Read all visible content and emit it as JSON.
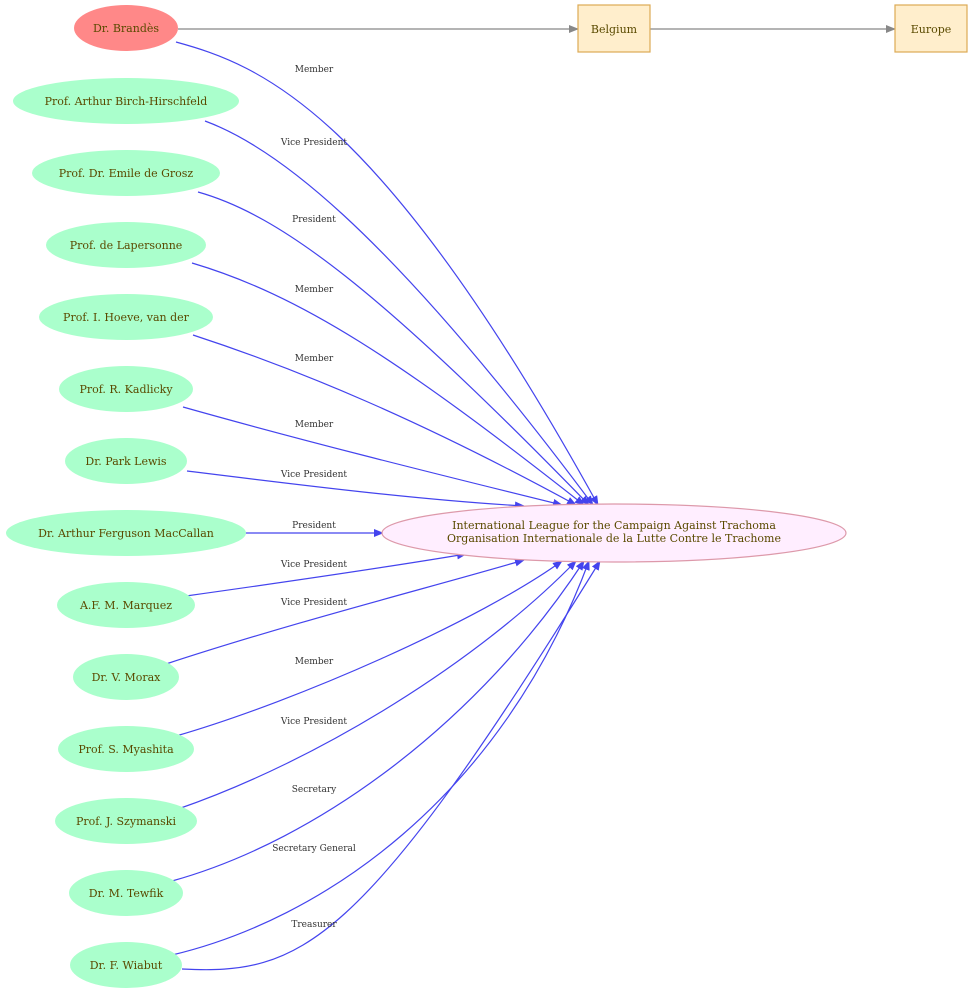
{
  "colors": {
    "person_fill": "#aaffcc",
    "highlight_fill": "#ff8888",
    "org_fill": "#ffeeff",
    "org_stroke": "#dd99aa",
    "place_fill": "#ffeecc",
    "place_stroke": "#ddaa55",
    "edge_blue": "#4444ee",
    "edge_gray": "#888888"
  },
  "organization": {
    "line1": "International League for the Campaign Against Trachoma",
    "line2": "Organisation Internationale de la Lutte Contre le Trachome"
  },
  "places": [
    "Belgium",
    "Europe"
  ],
  "highlight": {
    "name": "Dr. Brandès",
    "role": "Member"
  },
  "people": [
    {
      "name": "Prof. Arthur Birch-Hirschfeld",
      "role": "Vice President"
    },
    {
      "name": "Prof. Dr. Emile de Grosz",
      "role": "President"
    },
    {
      "name": "Prof. de Lapersonne",
      "role": "Member"
    },
    {
      "name": "Prof. I. Hoeve, van der",
      "role": "Member"
    },
    {
      "name": "Prof. R. Kadlicky",
      "role": "Member"
    },
    {
      "name": "Dr. Park Lewis",
      "role": "Vice President"
    },
    {
      "name": "Dr. Arthur Ferguson MacCallan",
      "role": "President"
    },
    {
      "name": "A.F. M. Marquez",
      "role": "Vice President"
    },
    {
      "name": "Dr. V. Morax",
      "role": "Vice President"
    },
    {
      "name": "Prof. S. Myashita",
      "role": "Member"
    },
    {
      "name": "Prof. J. Szymanski",
      "role": "Vice President"
    },
    {
      "name": "Dr. M. Tewfik",
      "role": "Secretary"
    },
    {
      "name": "Dr. F. Wiabut",
      "role": "Secretary General"
    }
  ],
  "extra_edge": {
    "role": "Treasurer"
  }
}
